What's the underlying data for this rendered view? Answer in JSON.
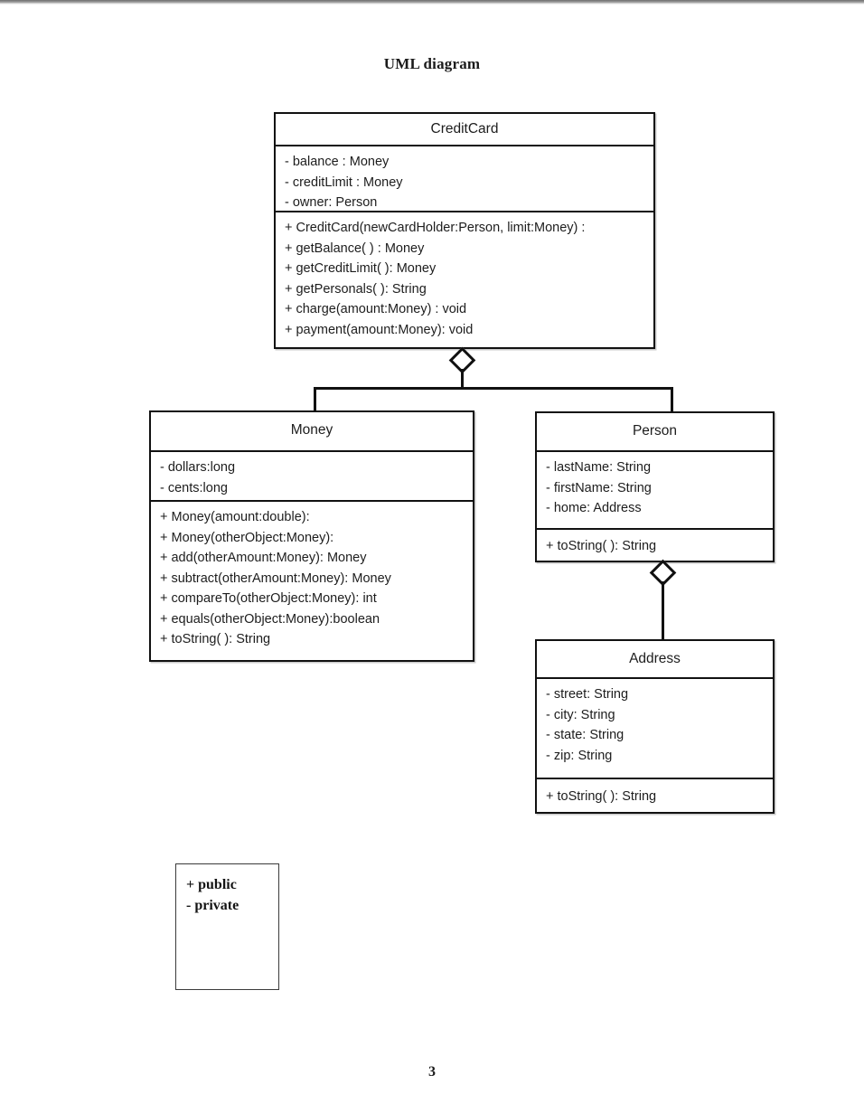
{
  "document": {
    "title": "UML diagram",
    "page_number": "3"
  },
  "diagram": {
    "type": "uml-class-diagram",
    "classes": [
      {
        "id": "creditcard",
        "name": "CreditCard",
        "attributes": [
          "- balance : Money",
          "- creditLimit : Money",
          "- owner: Person"
        ],
        "methods": [
          "+ CreditCard(newCardHolder:Person, limit:Money) :",
          "+ getBalance( ) : Money",
          "+ getCreditLimit( ): Money",
          "+ getPersonals( ): String",
          "+ charge(amount:Money) : void",
          "+ payment(amount:Money): void"
        ]
      },
      {
        "id": "money",
        "name": "Money",
        "attributes": [
          "- dollars:long",
          "- cents:long"
        ],
        "methods": [
          "+ Money(amount:double):",
          "+ Money(otherObject:Money):",
          "+ add(otherAmount:Money): Money",
          "+ subtract(otherAmount:Money): Money",
          "+ compareTo(otherObject:Money): int",
          "+ equals(otherObject:Money):boolean",
          "+ toString( ): String"
        ]
      },
      {
        "id": "person",
        "name": "Person",
        "attributes": [
          "- lastName: String",
          "- firstName: String",
          "- home: Address"
        ],
        "methods": [
          "+ toString( ): String"
        ]
      },
      {
        "id": "address",
        "name": "Address",
        "attributes": [
          "- street: String",
          "- city: String",
          "- state: String",
          "- zip: String"
        ],
        "methods": [
          "+ toString( ): String"
        ]
      }
    ],
    "relationships": [
      {
        "type": "aggregation",
        "from": "CreditCard",
        "to": "Money"
      },
      {
        "type": "aggregation",
        "from": "CreditCard",
        "to": "Person"
      },
      {
        "type": "aggregation",
        "from": "Person",
        "to": "Address"
      }
    ],
    "legend": {
      "rows": [
        "+  public",
        "-  private"
      ]
    }
  }
}
